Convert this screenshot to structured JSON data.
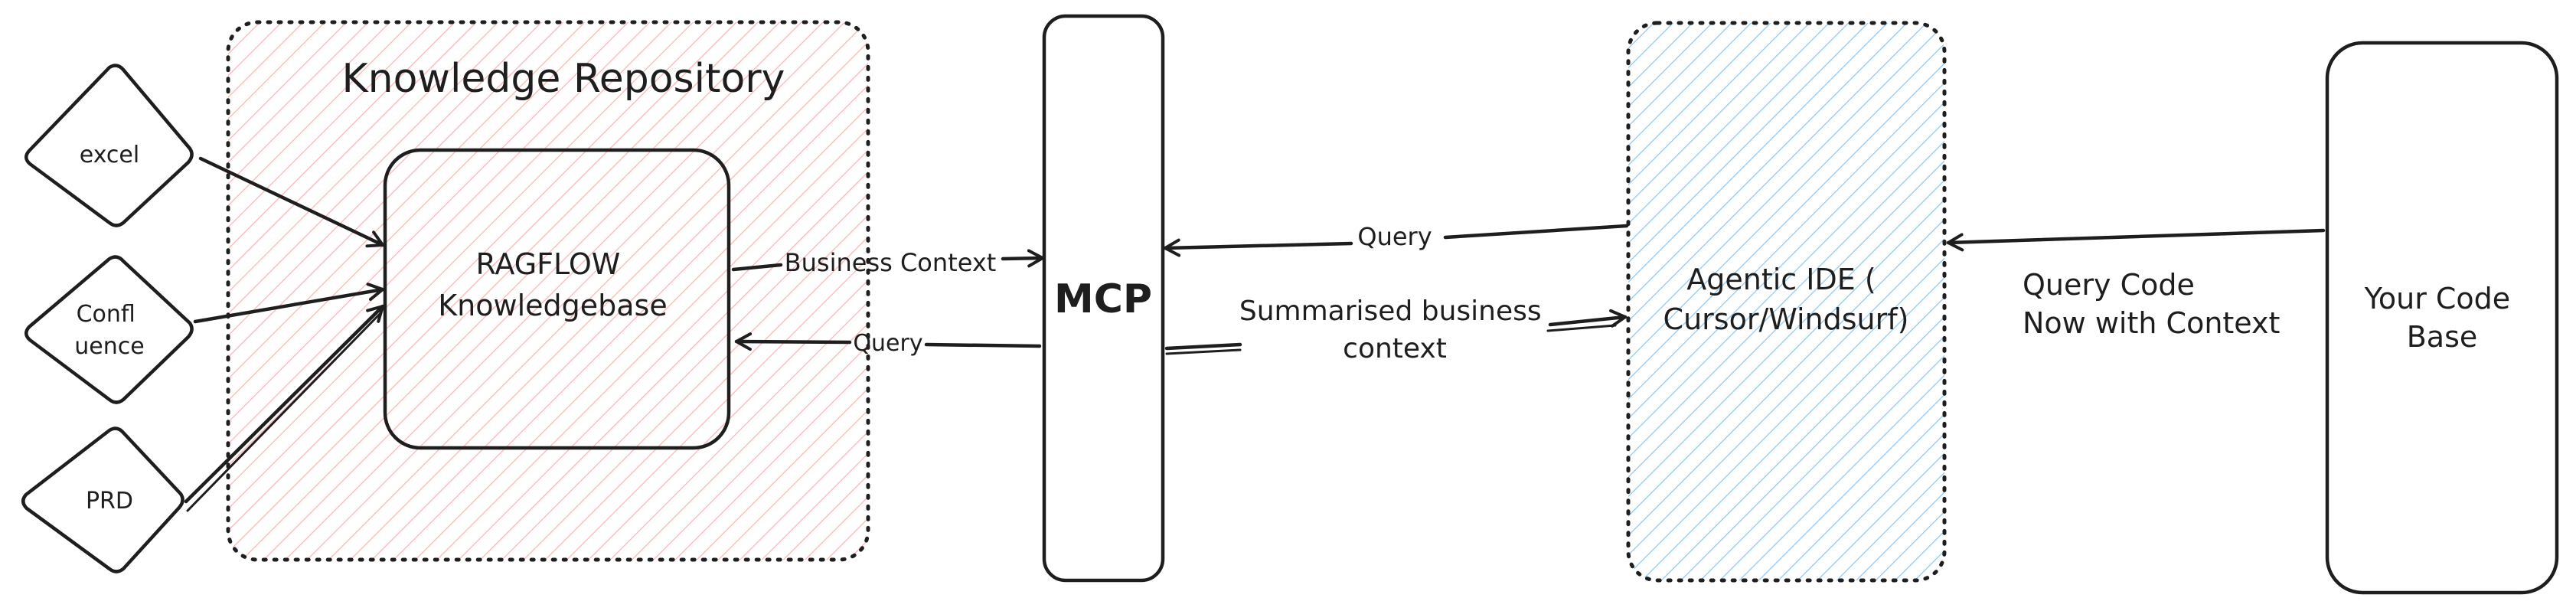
{
  "colors": {
    "ink": "#1e1e1e",
    "repository_fill": "#ffc9c9",
    "mcp_fill": "#b2f2bb",
    "ide_fill": "#a5d8ff",
    "codebase_fill": "#ffec99"
  },
  "repository": {
    "title": "Knowledge Repository"
  },
  "sources": [
    {
      "id": "excel",
      "lines": [
        "excel"
      ]
    },
    {
      "id": "confluence",
      "lines": [
        "Confl",
        "uence"
      ]
    },
    {
      "id": "prd",
      "lines": [
        "PRD"
      ]
    }
  ],
  "ragflow": {
    "lines": [
      "RAGFLOW",
      "Knowledgebase"
    ]
  },
  "mcp": {
    "label": "MCP"
  },
  "ide": {
    "lines": [
      "Agentic IDE (",
      "Cursor/Windsurf)"
    ]
  },
  "codebase": {
    "lines": [
      "Your Code",
      "Base"
    ]
  },
  "edges": {
    "ragflow_to_mcp": "Business Context",
    "mcp_to_ragflow": "Query",
    "ide_to_mcp": "Query",
    "mcp_to_ide": [
      "Summarised business",
      "context"
    ],
    "codebase_to_ide": [
      "Query Code",
      "Now with Context"
    ]
  }
}
